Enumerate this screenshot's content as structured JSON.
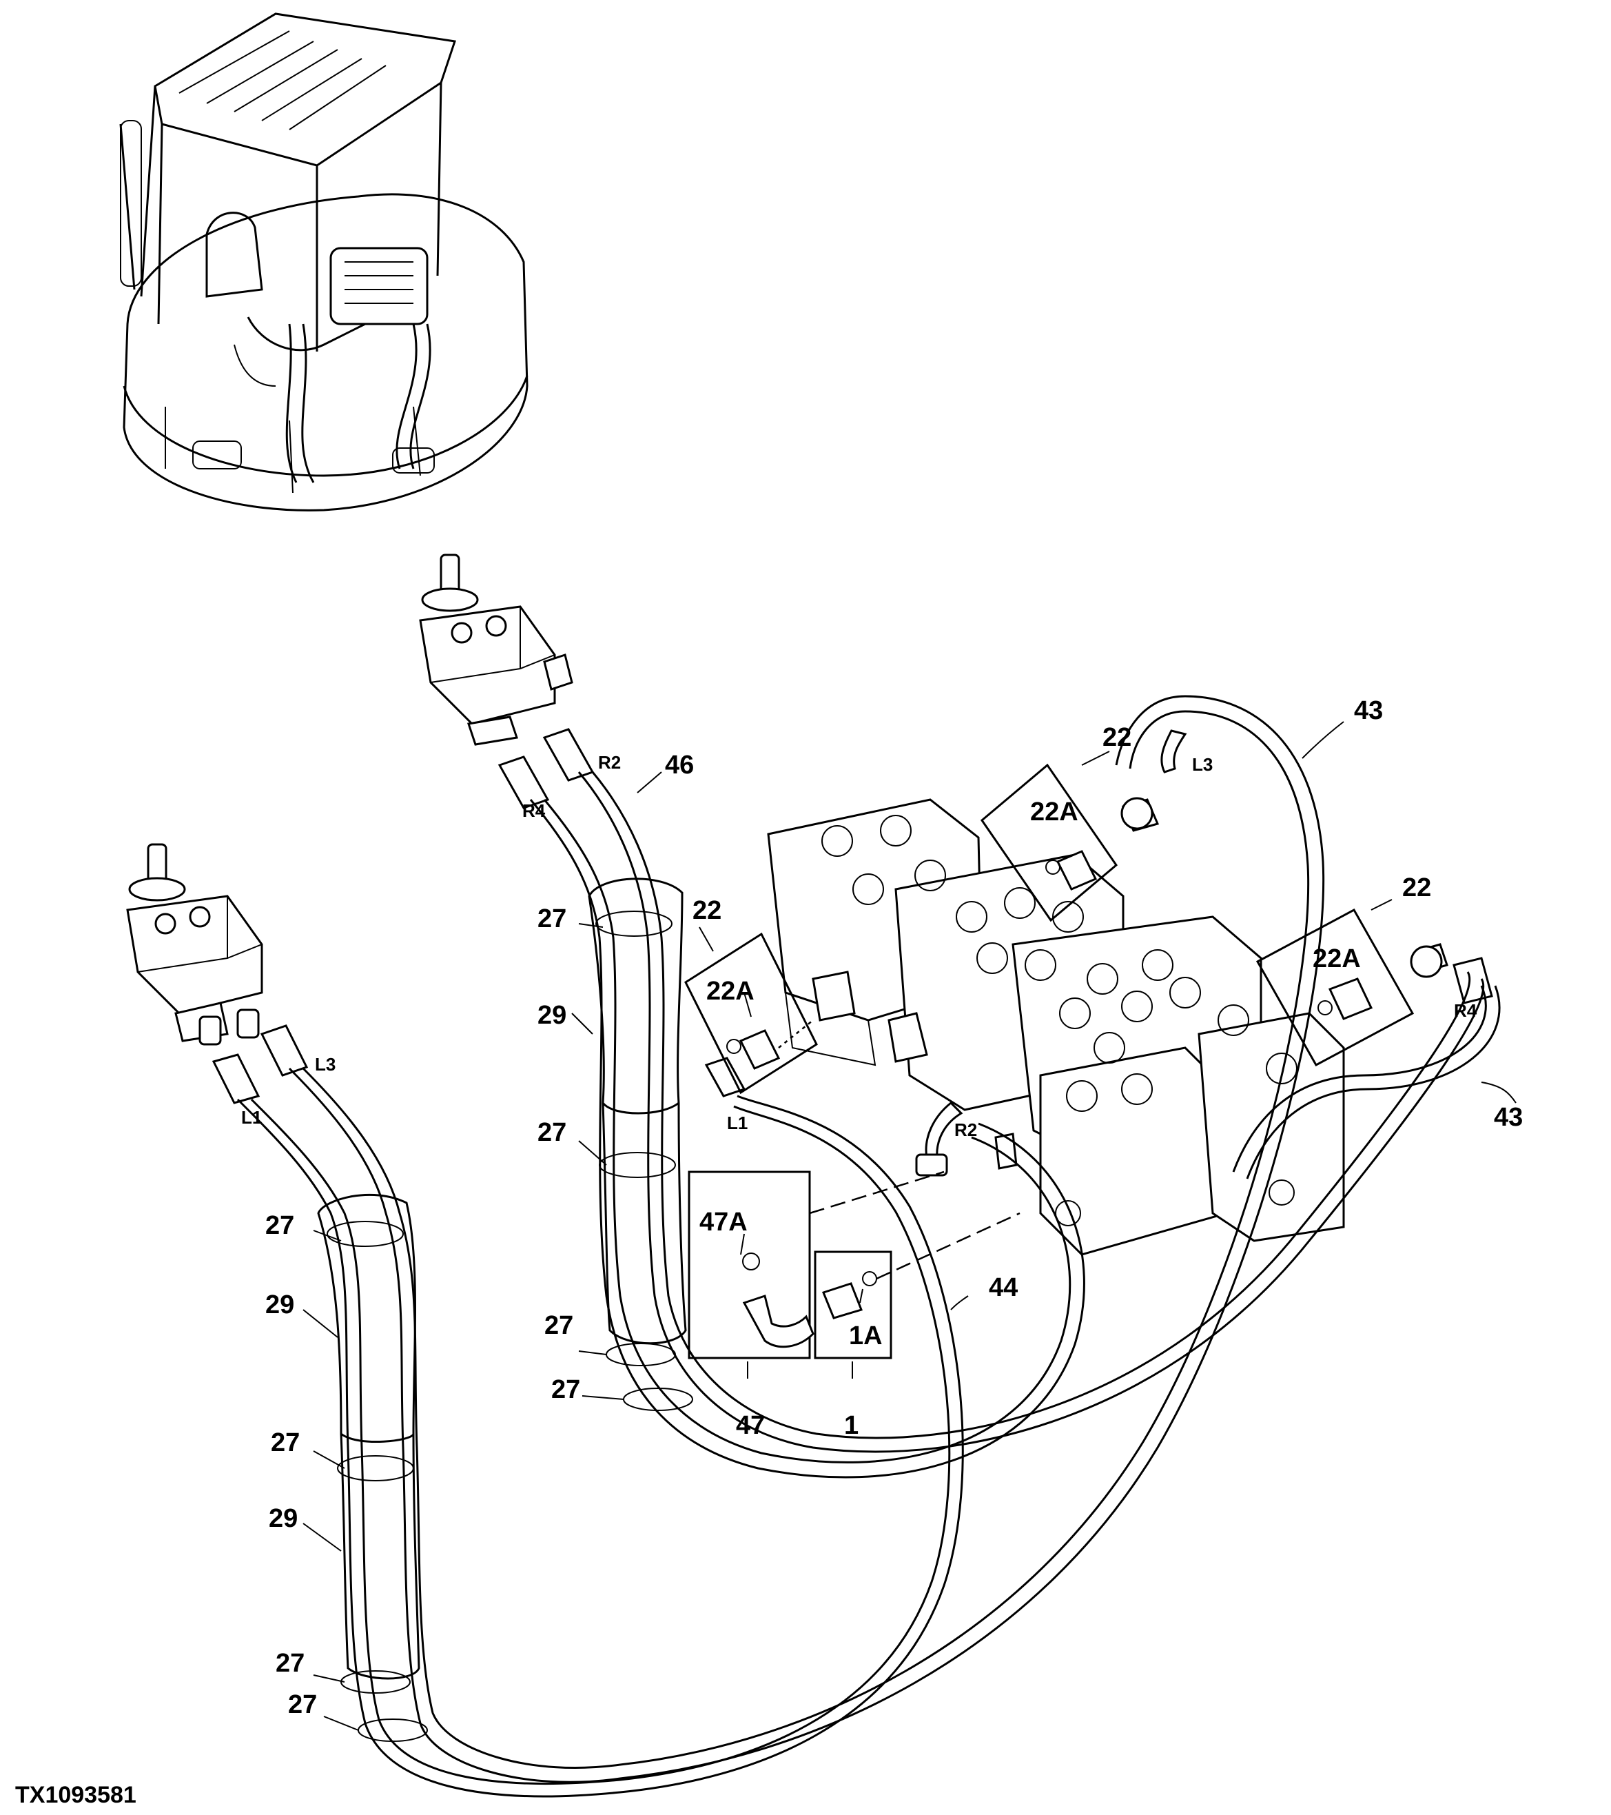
{
  "figure_id": "TX1093581",
  "callouts": {
    "c43_top": "43",
    "c43_right": "43",
    "c22_a": "22",
    "c22_b": "22",
    "c22_c": "22",
    "c22A_a": "22A",
    "c22A_b": "22A",
    "c22A_c": "22A",
    "c46": "46",
    "c44": "44",
    "c47": "47",
    "c47A": "47A",
    "c1": "1",
    "c1A": "1A",
    "c27_1": "27",
    "c27_2": "27",
    "c27_3": "27",
    "c27_4": "27",
    "c27_5": "27",
    "c27_6": "27",
    "c27_7": "27",
    "c27_8": "27",
    "c29_1": "29",
    "c29_2": "29",
    "c29_3": "29"
  },
  "ports": {
    "L1_left": "L1",
    "L3_left": "L3",
    "R2_top": "R2",
    "R4_top": "R4",
    "L1_valve": "L1",
    "R2_valve": "R2",
    "L3_right": "L3",
    "R4_right": "R4"
  }
}
